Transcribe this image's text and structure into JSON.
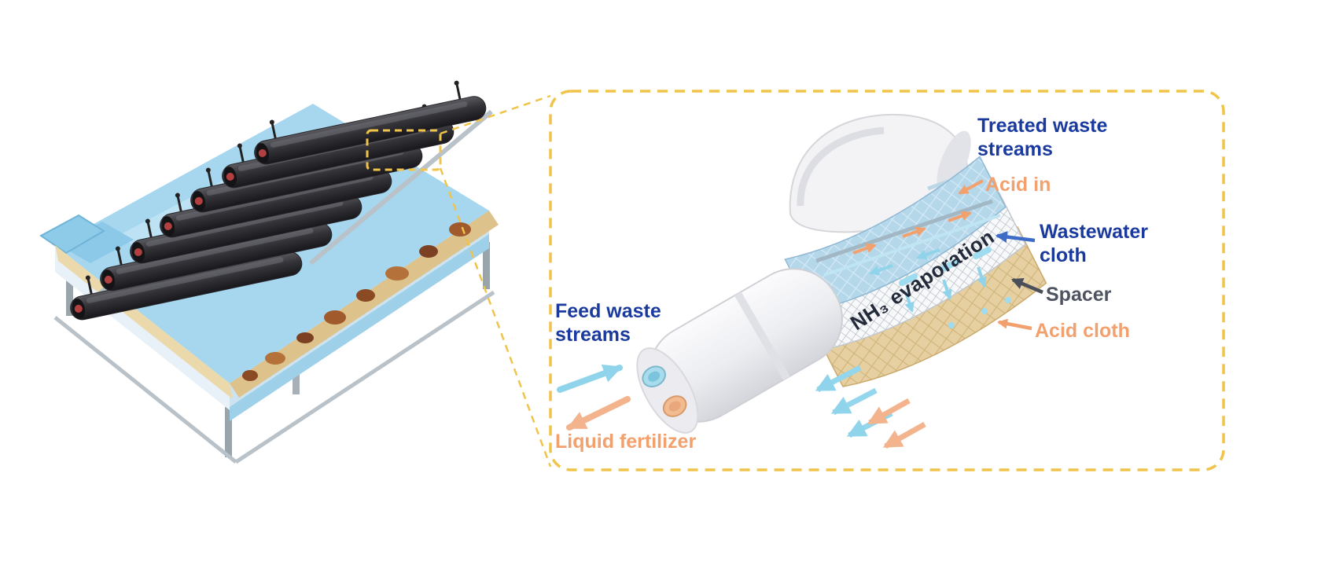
{
  "figure": {
    "labels": {
      "treated_waste_streams": "Treated waste streams",
      "acid_in": "Acid in",
      "wastewater_cloth": "Wastewater cloth",
      "spacer": "Spacer",
      "acid_cloth": "Acid cloth",
      "feed_waste_streams": "Feed waste streams",
      "liquid_fertilizer": "Liquid fertilizer",
      "nh3_evaporation": "NH₃ evaporation"
    },
    "colors": {
      "label_blue": "#1a3a9e",
      "label_orange": "#f2a16e",
      "label_gray": "#4d5360",
      "annotation_yellow": "#f0c44a",
      "nh3_text": "#232a3a",
      "water_blue": "#a6d7ef",
      "cloth_blue": "#b5d7ea",
      "cloth_tan": "#e6d0a2"
    }
  }
}
